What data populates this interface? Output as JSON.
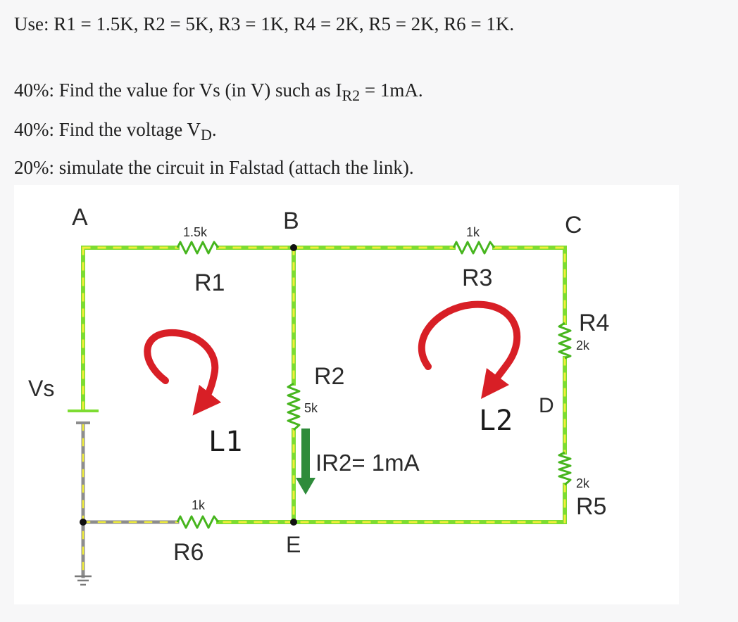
{
  "problem": {
    "values_line": "Use: R1 = 1.5K, R2 = 5K, R3 = 1K, R4 = 2K, R5 = 2K, R6 = 1K.",
    "task1": {
      "prefix": "40%:  Find the value for Vs (in V) such as I",
      "sub": "R2",
      "suffix": " = 1mA."
    },
    "task2": {
      "prefix": "40%: Find the voltage V",
      "sub": "D",
      "suffix": "."
    },
    "task3": "20%: simulate the circuit in Falstad (attach the link)."
  },
  "circuit": {
    "nodes": {
      "a": "A",
      "b": "B",
      "c": "C",
      "d": "D",
      "e": "E"
    },
    "source_label": "Vs",
    "resistors": {
      "r1": {
        "name": "R1",
        "value": "1.5k"
      },
      "r2": {
        "name": "R2",
        "value": "5k"
      },
      "r3": {
        "name": "R3",
        "value": "1k"
      },
      "r4": {
        "name": "R4",
        "value": "2k"
      },
      "r5": {
        "name": "R5",
        "value": "2k"
      },
      "r6": {
        "name": "R6",
        "value": "1k"
      }
    },
    "current_label": "IR2= 1mA",
    "loops": {
      "l1": "L1",
      "l2": "L2"
    },
    "colors": {
      "wire_active": "#7ddc32",
      "wire_dash": "#f2ee3a",
      "wire_idle": "#8d8d8d",
      "annotation": "#d81f26",
      "arrow": "#2e8b3a",
      "node_dot": "#111111"
    }
  }
}
